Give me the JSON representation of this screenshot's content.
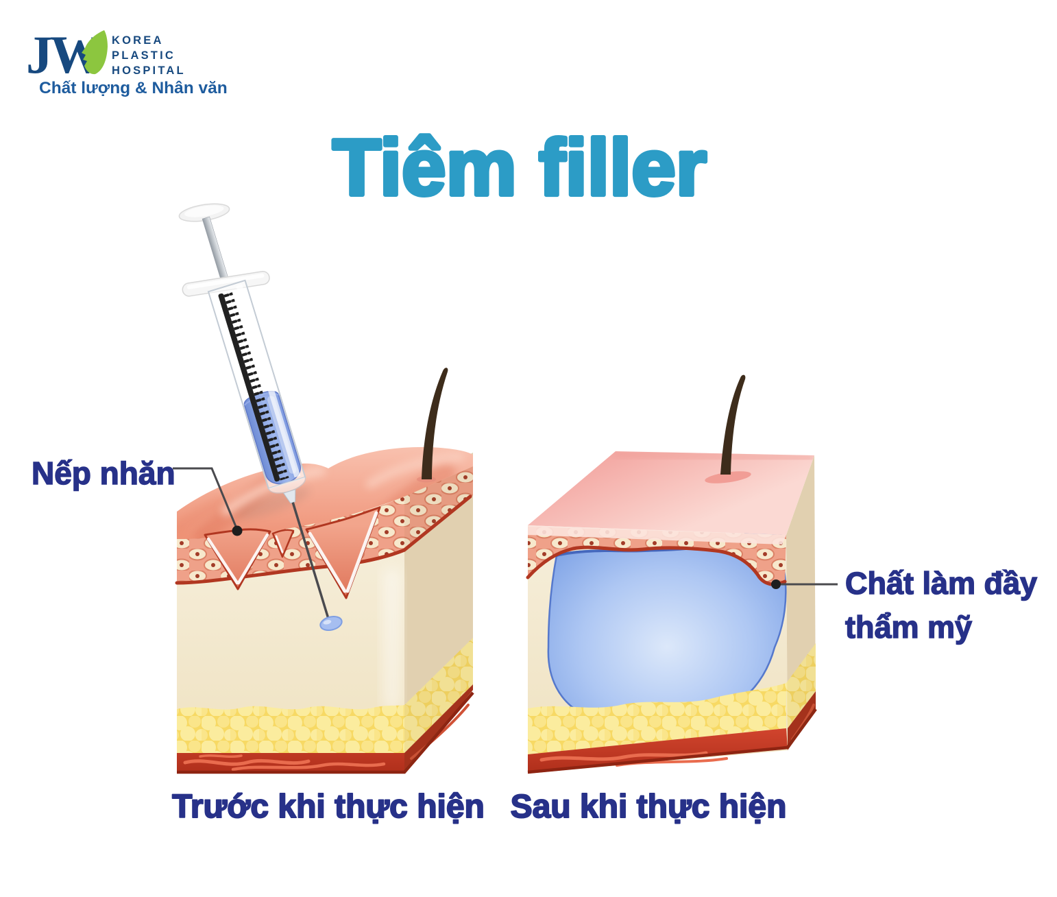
{
  "logo": {
    "monogram": "JW",
    "hospital_name": [
      "KOREA",
      "PLASTIC",
      "HOSPITAL"
    ],
    "tagline": "Chất lượng & Nhân văn",
    "navy": "#17497F",
    "green": "#8CC63F",
    "tagline_color": "#1E5C9E"
  },
  "title": {
    "text": "Tiêm filler",
    "color": "#2C9CC6"
  },
  "labels": {
    "color": "#273189",
    "wrinkle": "Nếp nhăn",
    "filler_line1": "Chất làm đầy",
    "filler_line2": "thẩm mỹ"
  },
  "captions": {
    "before": "Trước khi thực hiện",
    "after": "Sau khi thực hiện"
  },
  "palette": {
    "skin_pink": "#F4A58F",
    "epidermis_cell": "#F7E8CC",
    "cell_rim_red": "#B13721",
    "dermis_cream": "#F2E9D2",
    "fat_yellow": "#F7D964",
    "muscle_red": "#C8402B",
    "filler_blue": "#8CA9E9",
    "hair_brown": "#3D2C1B"
  }
}
